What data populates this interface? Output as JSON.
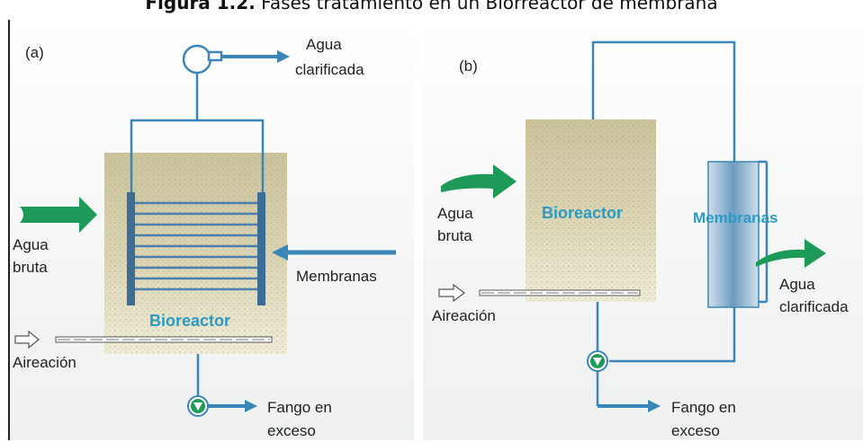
{
  "caption": {
    "bold": "Figura 1.2.",
    "text": " Fases tratamiento en un Biorreactor de membrana"
  },
  "panel_a": {
    "label": "(a)",
    "out_water_line1": "Agua",
    "out_water_line2": "clarificada",
    "in_water_line1": "Agua",
    "in_water_line2": "bruta",
    "membranes": "Membranas",
    "bioreactor": "Bioreactor",
    "aeration": "Aireación",
    "sludge_line1": "Fango en",
    "sludge_line2": "exceso"
  },
  "panel_b": {
    "label": "(b)",
    "in_water_line1": "Agua",
    "in_water_line2": "bruta",
    "bioreactor": "Bioreactor",
    "membranes": "Membranas",
    "out_water_line1": "Agua",
    "out_water_line2": "clarificada",
    "aeration": "Aireación",
    "sludge_line1": "Fango en",
    "sludge_line2": "exceso"
  },
  "colors": {
    "pipe": "#3b86b8",
    "arrow_green": "#1e9a58",
    "tank_top": "#cfc7a1",
    "tank_bottom": "#ece9d3",
    "module": "#7aa4c4",
    "label_blue": "#2a9bc4"
  }
}
